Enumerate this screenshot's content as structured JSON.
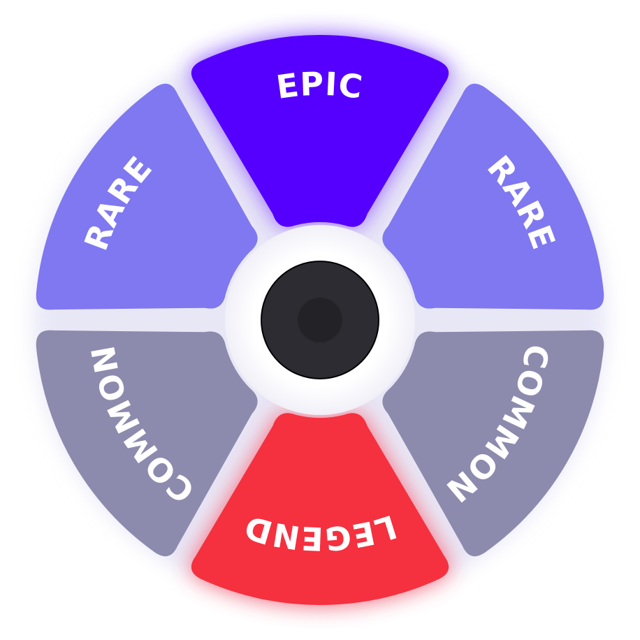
{
  "wheel": {
    "segments": [
      {
        "label": "EPIC",
        "rarity": "epic",
        "color": "#5500FF",
        "glow": "#7733ff"
      },
      {
        "label": "RARE",
        "rarity": "rare",
        "color": "#7F78F0",
        "glow": null
      },
      {
        "label": "COMMON",
        "rarity": "common",
        "color": "#8C8AAD",
        "glow": null
      },
      {
        "label": "LEGEND",
        "rarity": "legend",
        "color": "#F5303F",
        "glow": "#ff4050"
      },
      {
        "label": "COMMON",
        "rarity": "common",
        "color": "#8C8AAD",
        "glow": null
      },
      {
        "label": "RARE",
        "rarity": "rare",
        "color": "#7F78F0",
        "glow": null
      }
    ],
    "hub": {
      "outer_color": "#2D2C33",
      "inner_color": "#232226",
      "ring_color": "#ffffff"
    },
    "outer_shadow_color": "#d6d4f0"
  }
}
